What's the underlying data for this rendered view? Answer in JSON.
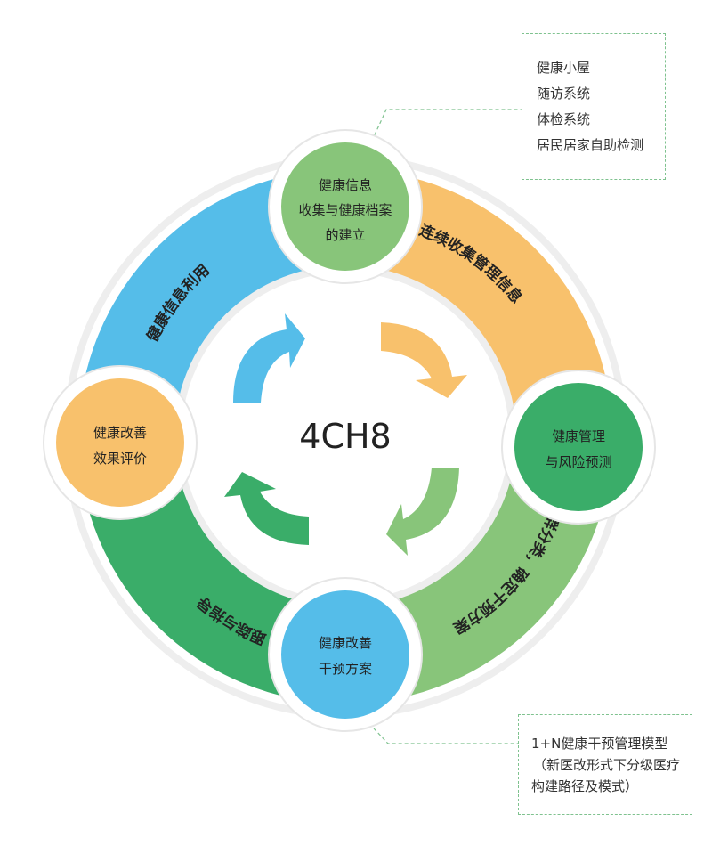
{
  "center_label": "4CH8",
  "arc_labels": {
    "top_left": "健康信息利用",
    "top_right": "连续收集管理信息",
    "bottom_right": "人群分类，确定干预方案",
    "bottom_left": "跟踪与指导"
  },
  "nodes": {
    "top": [
      "健康信息",
      "收集与健康档案",
      "的建立"
    ],
    "right": [
      "健康管理",
      "与风险预测"
    ],
    "bottom": [
      "健康改善",
      "干预方案"
    ],
    "left": [
      "健康改善",
      "效果评价"
    ]
  },
  "note_top": [
    "健康小屋",
    "随访系统",
    "体检系统",
    "居民居家自助检测"
  ],
  "note_bottom": [
    "1+N健康干预管理模型",
    "（新医改形式下分级医疗",
    "构建路径及模式）"
  ],
  "colors": {
    "blue": "#55bde9",
    "orange": "#f8c16c",
    "light_green": "#88c57a",
    "green": "#3aad69",
    "dashed_line": "#7fc28f"
  }
}
